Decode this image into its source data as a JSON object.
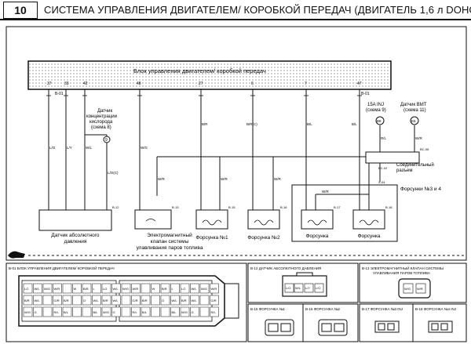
{
  "page": {
    "number": "10",
    "title": "СИСТЕМА УПРАВЛЕНИЯ ДВИГАТЕЛЕМ/ КОРОБКОЙ ПЕРЕДАЧ (ДВИГАТЕЛЬ 1,6 л DOHC)"
  },
  "ecu": {
    "label": "Блок управления двигателем/ коробкой передач",
    "pins": [
      "37",
      "33",
      "42",
      "48",
      "27",
      "6",
      "7",
      "47"
    ],
    "connector_ids": [
      "B-01",
      "B-01"
    ]
  },
  "wires": {
    "map_sensor": [
      "L/O",
      "L/Y",
      "W/L",
      "L/O(C)"
    ],
    "purge": "W/G",
    "inj1": "B/R",
    "inj2": "B/R(C)",
    "inj3": "B/L",
    "inj4": "B/L",
    "inj_feed": "W/R",
    "inj_sub": [
      "W/R",
      "W/R",
      "W/R"
    ],
    "bmt": "W/R",
    "feed_15a": "R/L",
    "bmt_2": "W/R"
  },
  "components": {
    "o2_sensor": {
      "label": "Датчик концентрации кислорода (схема 8)",
      "badge": "9"
    },
    "fuse_15a": {
      "label": "15A INJ (схема 9)",
      "badge": "B8"
    },
    "bmt_sensor": {
      "label": "Датчик ВМТ (схема 11)",
      "badge": "E6"
    },
    "joint": {
      "label": "Соединительный разъем",
      "ids": [
        "BC-06",
        "BC-02",
        "X-04"
      ]
    },
    "inj34_group": {
      "label": "Форсунки №3 и 4"
    },
    "map_sensor": {
      "label": "Датчик абсолютного давления",
      "id": "B-12"
    },
    "purge_valve": {
      "label": "Электромагнитный клапан системы улавливания паров топлива",
      "id": "B-13"
    },
    "inj1": {
      "label": "Форсунка №1",
      "id": "B-15"
    },
    "inj2": {
      "label": "Форсунка №2",
      "id": "B-16"
    },
    "inj3": {
      "label": "Форсунка",
      "id": "B-17"
    },
    "inj4": {
      "label": "Форсунка",
      "id": "B-18"
    }
  },
  "connectors": {
    "ecu": "B-01 БЛОК УПРАВЛЕНИЯ ДВИГАТЕЛЕМ/ КОРОБКОЙ ПЕРЕДАЧ",
    "b12": "B-12 ДАТЧИК АБСОЛЮТНОГО ДАВЛЕНИЯ",
    "b13": "B-13 ЭЛЕКТРОМАГНИТНЫЙ КЛАПАН СИСТЕМЫ УЛАВЛИВАНИЯ ПАРОВ ТОПЛИВА",
    "b15": "B-15 ФОРСУНКА №1",
    "b16": "B-16 ФОРСУНКА №2",
    "b17": "B-17 ФОРСУНКА №3 INJ",
    "b18": "B-18 ФОРСУНКА №4 INJ",
    "b12_pins": [
      "L/O",
      "W/L",
      "L/Y",
      "L/O"
    ],
    "b13_pins": [
      "W/G",
      "W/R"
    ],
    "ecu_pin_rows": [
      [
        "LO",
        "W/L",
        "W/G",
        "W/R",
        "",
        "W",
        "B/R",
        "L"
      ],
      [
        "B/R",
        "W/L",
        "",
        "G/R",
        "B/R",
        "",
        "O",
        "W/L"
      ],
      [
        "W/G",
        "G",
        "",
        "R/L",
        "B/L",
        "",
        "",
        "B/L"
      ]
    ]
  }
}
